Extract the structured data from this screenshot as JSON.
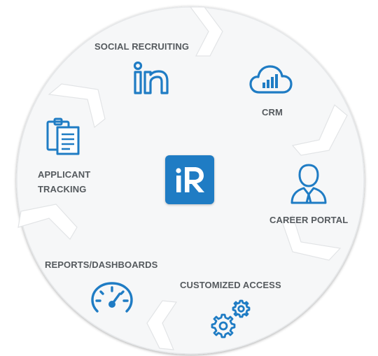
{
  "segments": {
    "social_recruiting": {
      "label": "SOCIAL RECRUITING",
      "icon": "linkedin-icon"
    },
    "crm": {
      "label": "CRM",
      "icon": "cloud-chart-icon"
    },
    "career_portal": {
      "label": "CAREER PORTAL",
      "icon": "person-icon"
    },
    "customized_access": {
      "label": "CUSTOMIZED ACCESS",
      "icon": "gears-icon"
    },
    "reports": {
      "label": "REPORTS/DASHBOARDS",
      "icon": "gauge-icon"
    },
    "applicant_tracking": {
      "line1": "APPLICANT",
      "line2": "TRACKING",
      "icon": "clipboard-icon"
    }
  },
  "logo": {
    "text": "iR",
    "color": "#1f7cc4"
  },
  "colors": {
    "accent": "#1f7cc4",
    "text": "#555a5e",
    "segment_fill": "#f7f8f9",
    "segment_edge": "#e4e6e8"
  }
}
